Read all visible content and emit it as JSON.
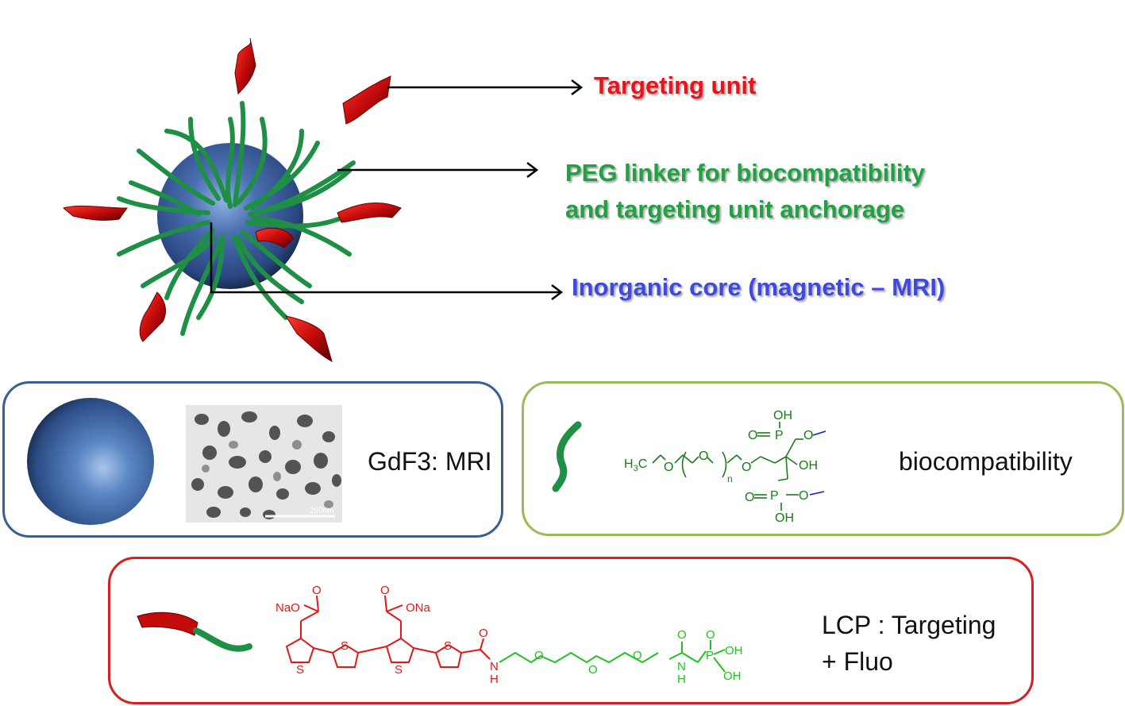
{
  "labels": {
    "targeting": "Targeting unit",
    "peg_line1": "PEG linker for biocompatibility",
    "peg_line2": "and  targeting unit anchorage",
    "core": "Inorganic core (magnetic – MRI)"
  },
  "panels": {
    "gdf3": {
      "caption": "GdF3: MRI",
      "scale_bar": "200nm"
    },
    "peg": {
      "caption": "biocompatibility",
      "chem": {
        "h3c": "H",
        "h3c_sub": "3",
        "h3c_c": "C",
        "o": "O",
        "n": "n",
        "oh": "OH",
        "p": "P"
      }
    },
    "lcp": {
      "caption_line1": "LCP : Targeting",
      "caption_line2": "+ Fluo",
      "chem": {
        "nao": "NaO",
        "ona": "ONa",
        "o": "O",
        "s": "S",
        "n": "N",
        "h": "H",
        "p": "P",
        "oh": "OH"
      }
    }
  },
  "colors": {
    "targeting": "#e8141c",
    "peg": "#22a043",
    "core": "#3f48e0",
    "panel_gdf3_border": "#3a5f8f",
    "panel_peg_border": "#9bbb59",
    "panel_lcp_border": "#d81e1e",
    "chem_green": "#1b7a1b",
    "chem_red": "#e01818",
    "chem_lime": "#1fc21f"
  }
}
